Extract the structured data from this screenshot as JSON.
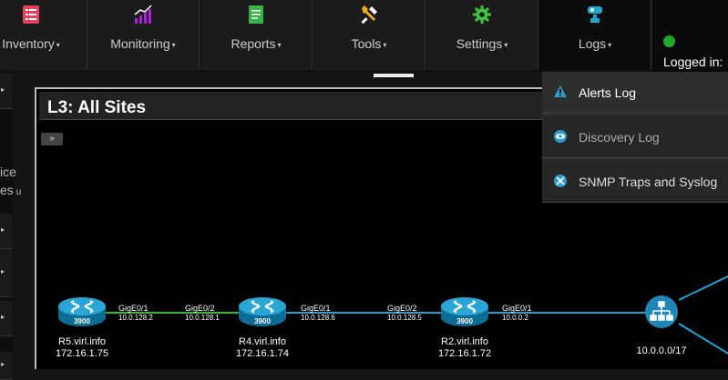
{
  "nav": {
    "items": [
      {
        "label": "Inventory",
        "icon": "inventory-list-icon",
        "color": "#e8425a"
      },
      {
        "label": "Monitoring",
        "icon": "monitoring-chart-icon",
        "color": "#b020d8"
      },
      {
        "label": "Reports",
        "icon": "reports-document-icon",
        "color": "#37b34a"
      },
      {
        "label": "Tools",
        "icon": "tools-wrench-icon",
        "color": "#f0a81c"
      },
      {
        "label": "Settings",
        "icon": "settings-gear-icon",
        "color": "#3ec43e"
      },
      {
        "label": "Logs",
        "icon": "logs-icon",
        "color": "#1fa9d1"
      }
    ],
    "caret": "▾",
    "status": {
      "logged_in_label": "Logged in:",
      "status_color": "#1faa2a"
    }
  },
  "sidebar": {
    "fragment_1": "ice",
    "fragment_2": "es",
    "fragment_3": "u"
  },
  "panel": {
    "title": "L3: All Sites",
    "expand_label": "»"
  },
  "topology": {
    "nodes": [
      {
        "name": "R5.virl.info",
        "ip": "172.16.1.75",
        "model": "3900"
      },
      {
        "name": "R4.virl.info",
        "ip": "172.16.1.74",
        "model": "3900"
      },
      {
        "name": "R2.virl.info",
        "ip": "172.16.1.72",
        "model": "3900"
      },
      {
        "name": "10.0.0.0/17",
        "model": "network"
      }
    ],
    "links": [
      {
        "from": "R5.virl.info",
        "to": "R4.virl.info",
        "status": "up",
        "color": "#22c322",
        "from_if": "GigE0/1",
        "from_ip": "10.0.128.2",
        "to_if": "GigE0/2",
        "to_ip": "10.0.128.1"
      },
      {
        "from": "R4.virl.info",
        "to": "R2.virl.info",
        "status": "up",
        "color": "#1ea3d8",
        "from_if": "GigE0/1",
        "from_ip": "10.0.128.6",
        "to_if": "GigE0/2",
        "to_ip": "10.0.128.5"
      },
      {
        "from": "R2.virl.info",
        "to": "10.0.0.0/17",
        "status": "up",
        "color": "#1ea3d8",
        "from_if": "GigE0/1",
        "from_ip": "10.0.0.2"
      }
    ]
  },
  "logs_menu": {
    "items": [
      {
        "label": "Alerts Log",
        "icon": "alert-triangle-icon"
      },
      {
        "label": "Discovery Log",
        "icon": "eye-icon"
      },
      {
        "label": "SNMP Traps and Syslog",
        "icon": "snmp-traps-icon"
      }
    ]
  }
}
